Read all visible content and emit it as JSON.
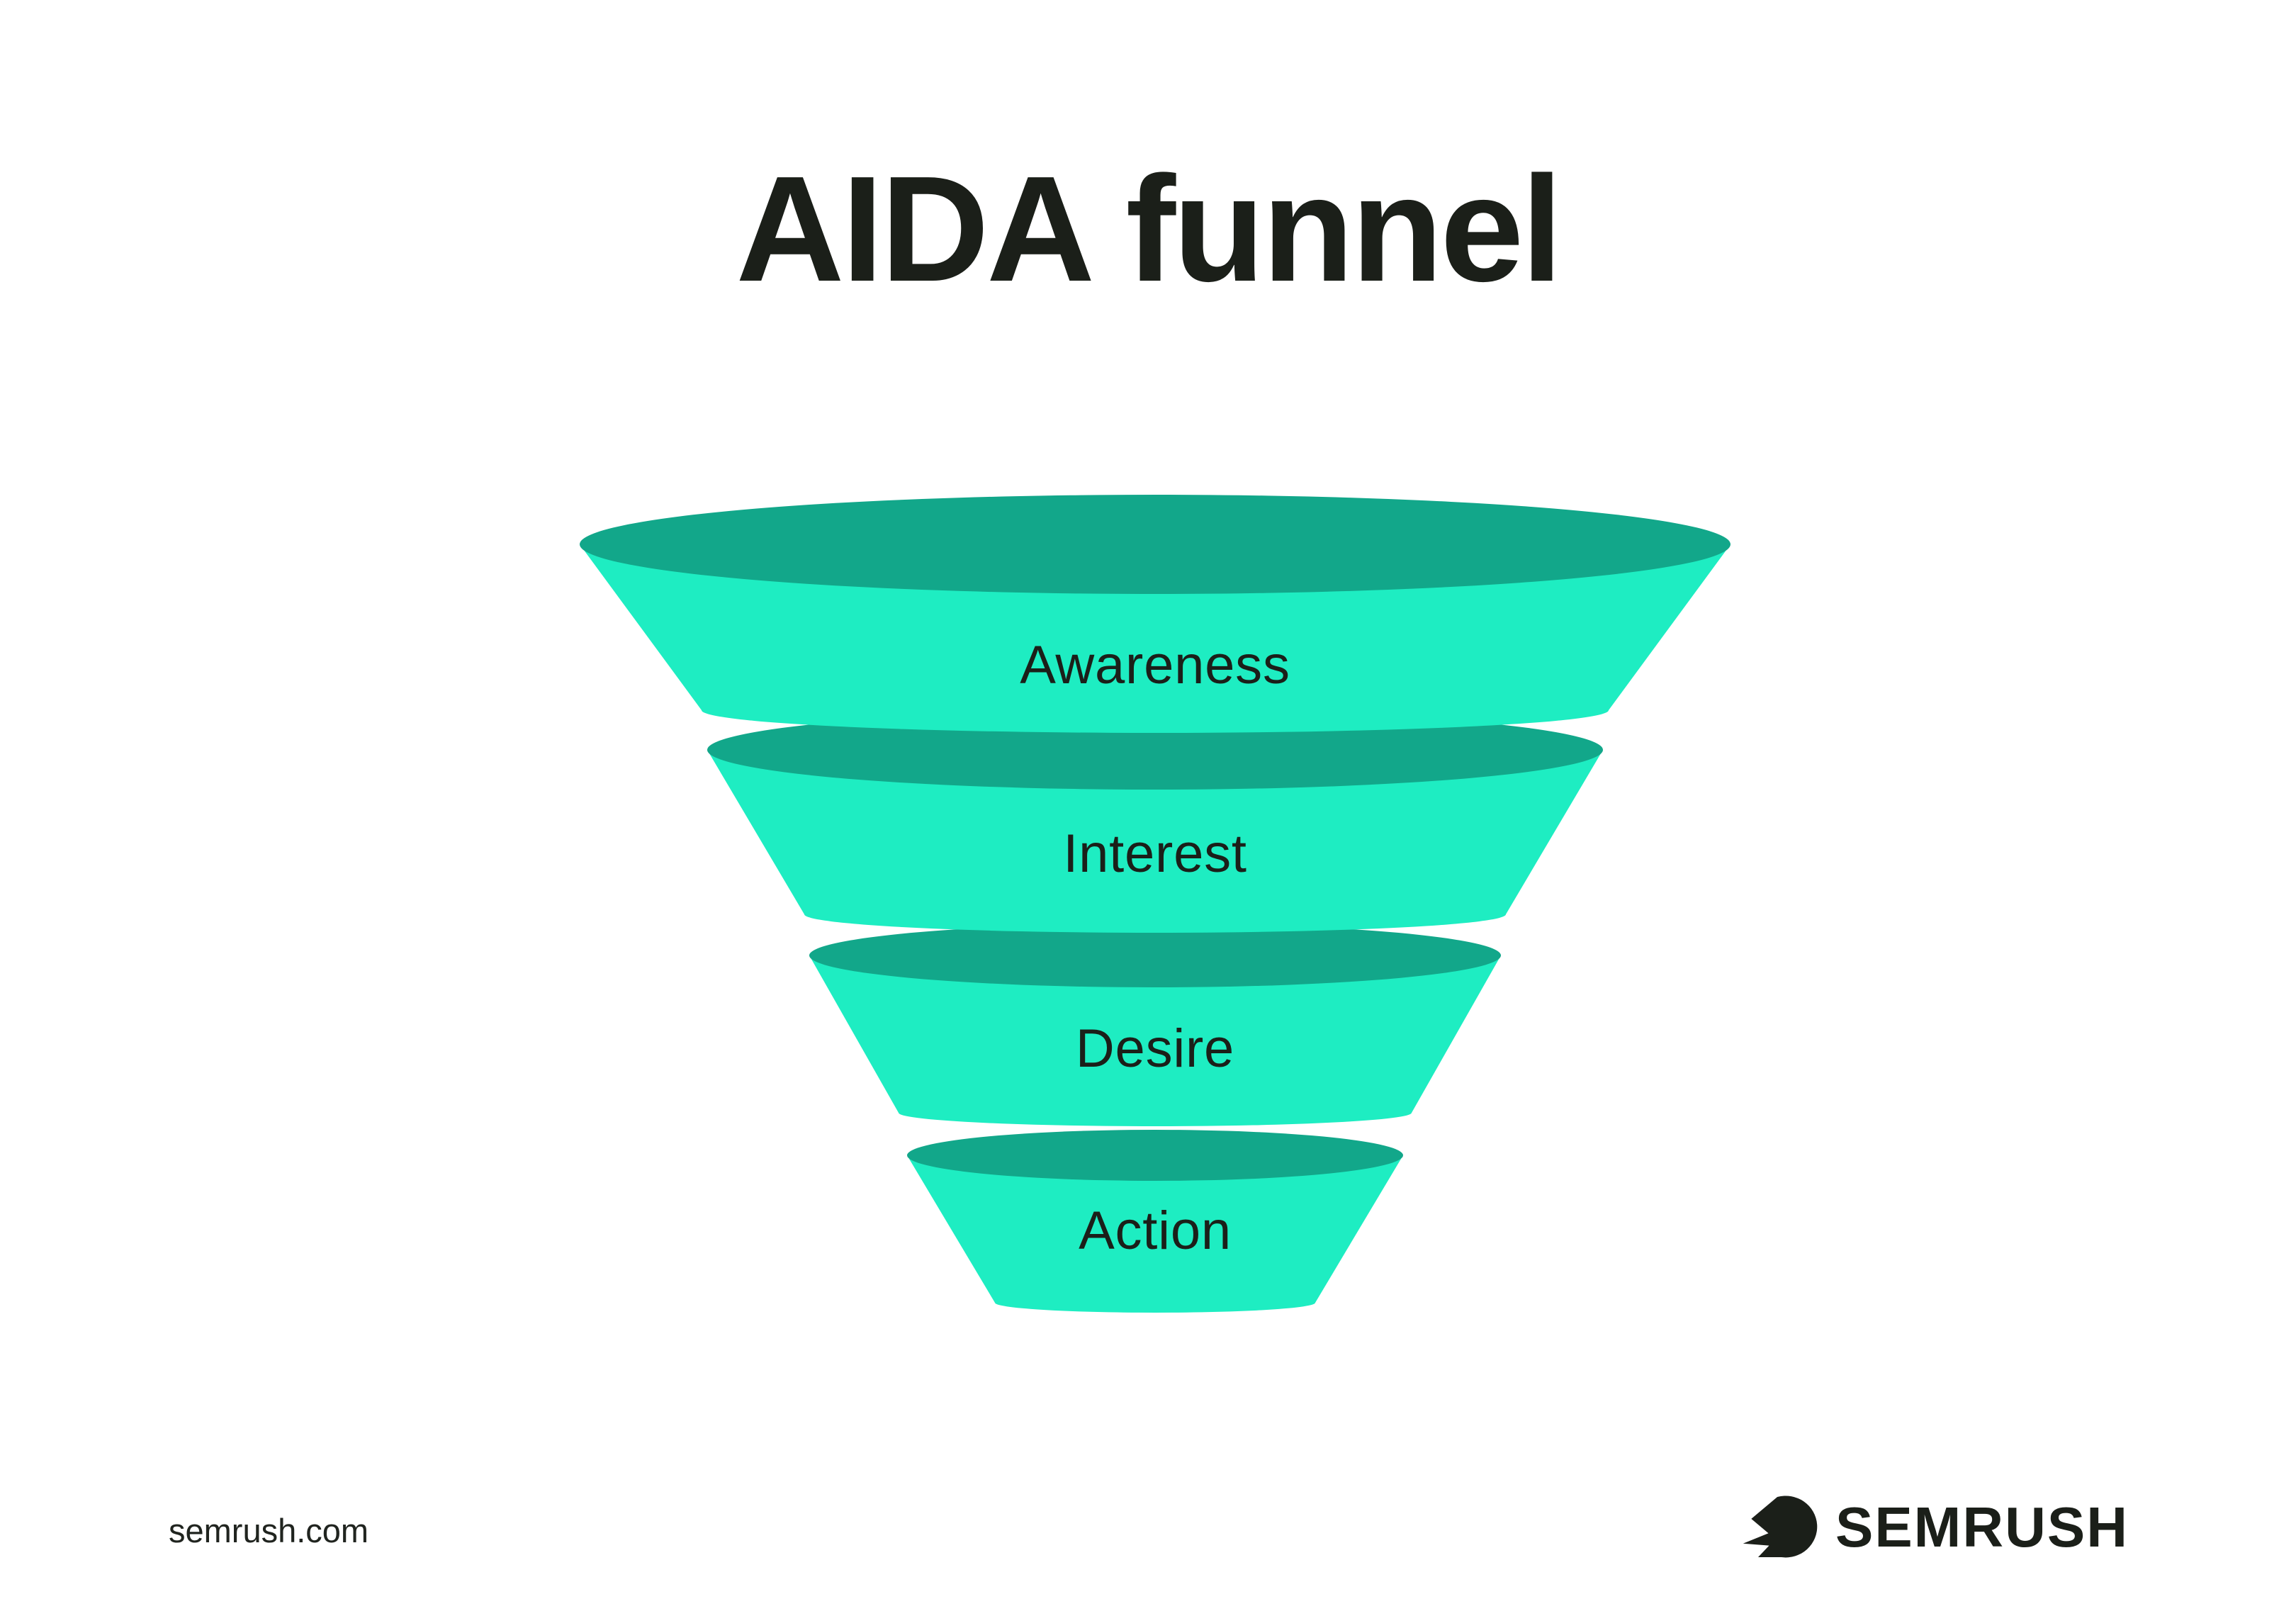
{
  "page": {
    "background": "#FFFFFF"
  },
  "diagram": {
    "title": "AIDA funnel",
    "type": "funnel",
    "stages": [
      {
        "id": "awareness",
        "label": "Awareness"
      },
      {
        "id": "interest",
        "label": "Interest"
      },
      {
        "id": "desire",
        "label": "Desire"
      },
      {
        "id": "action",
        "label": "Action"
      }
    ]
  },
  "footer": {
    "website_url": "semrush.com",
    "brand_wordmark": "SEMRUSH"
  },
  "colors": {
    "funnel_body": "#1EEDC2",
    "funnel_opening": "#12A78A",
    "text_dark": "#1B1F19",
    "background": "#FFFFFF"
  }
}
